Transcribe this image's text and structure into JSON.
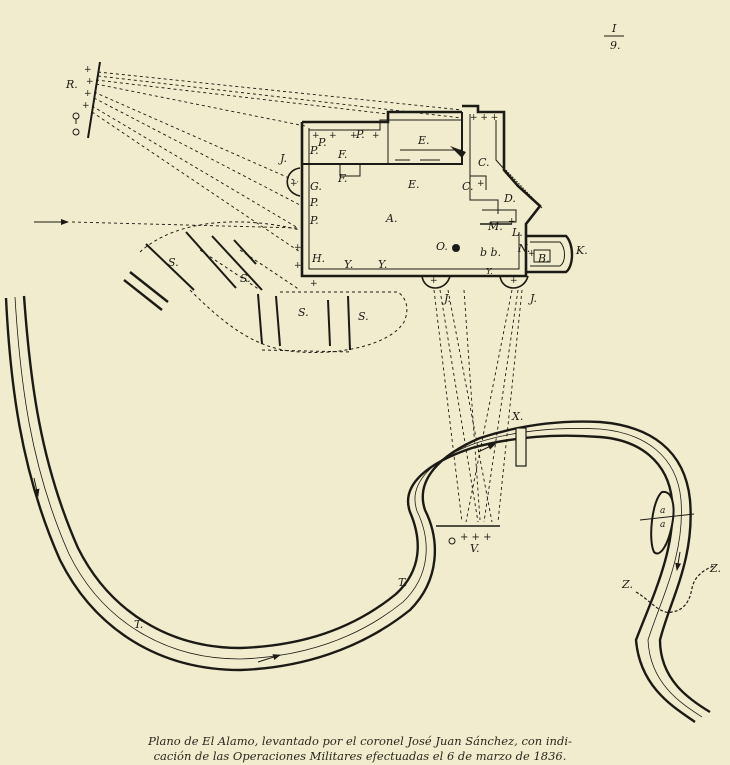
{
  "sheet_mark": {
    "top": "I",
    "bottom": "9."
  },
  "labels": {
    "R": "R.",
    "P1": "P.",
    "P2": "P.",
    "P3": "P.",
    "P4": "P.",
    "P5": "P.",
    "F1": "F.",
    "F2": "F.",
    "E1": "E.",
    "E2": "E.",
    "C1": "C.",
    "C2": "C.",
    "D": "D.",
    "J1": "J.",
    "J2": "J.",
    "J3": "J.",
    "G": "G.",
    "A": "A.",
    "M": "M.",
    "L": "L.",
    "N": "N.",
    "K": "K.",
    "B": "B.",
    "O": "O.",
    "BB": "b b.",
    "YSmall": "Y.",
    "H": "H.",
    "Y1": "Y.",
    "Y2": "Y.",
    "S1": "S.",
    "S2": "S.",
    "S3": "S.",
    "S4": "S.",
    "T1": "T.",
    "T2": "T.",
    "X": "X.",
    "V": "V.",
    "a1": "a",
    "a2": "a",
    "Z1": "Z.",
    "Z2": "Z."
  },
  "caption": {
    "line1": "Plano de El Alamo, levantado por el coronel José Juan Sánchez, con indi-",
    "line2": "cación de las Operaciones Militares efectuadas el 6 de marzo de 1836."
  }
}
